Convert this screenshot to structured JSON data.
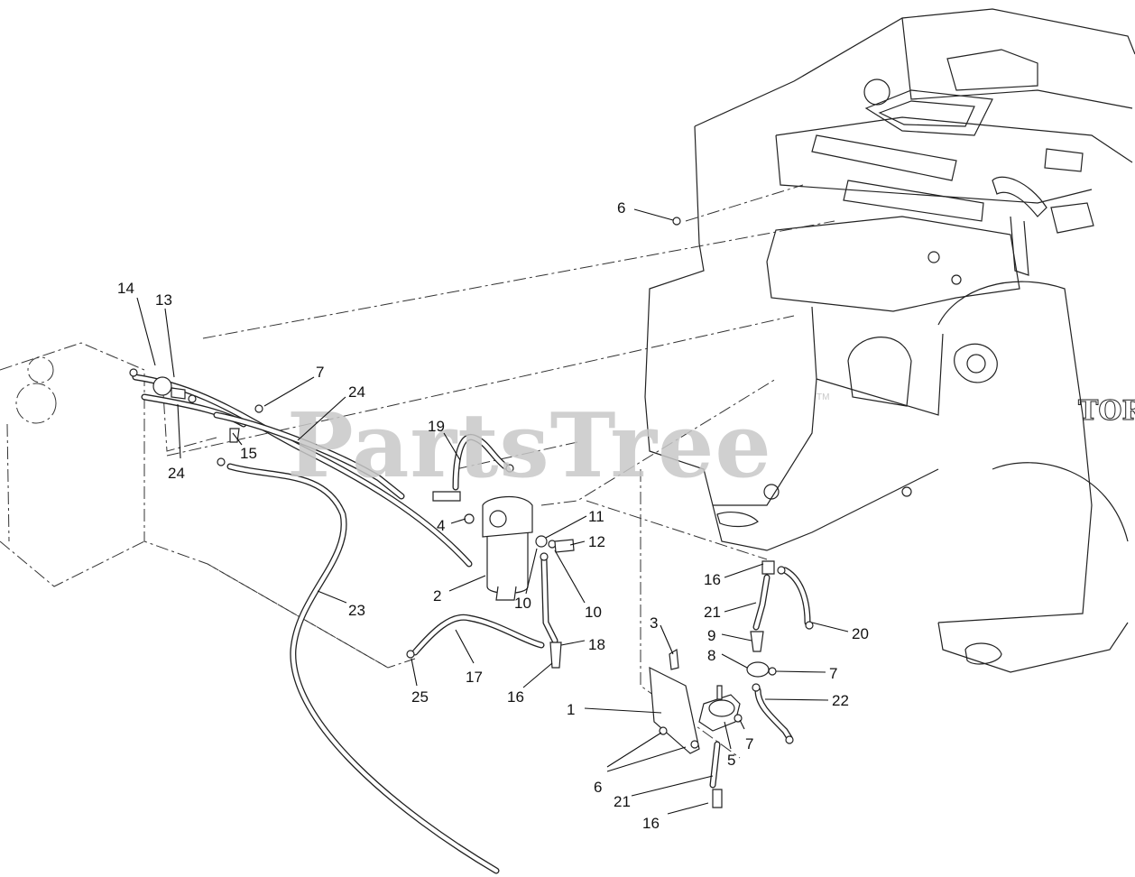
{
  "watermark": {
    "text": "PartsTree",
    "trademark": "TM"
  },
  "machine_brand": "TOR",
  "callouts": [
    "14",
    "13",
    "7",
    "24",
    "24",
    "15",
    "19",
    "4",
    "11",
    "12",
    "2",
    "10",
    "10",
    "18",
    "16",
    "17",
    "25",
    "23",
    "6",
    "16",
    "21",
    "20",
    "3",
    "9",
    "8",
    "7",
    "1",
    "22",
    "7",
    "5",
    "6",
    "21",
    "16"
  ]
}
